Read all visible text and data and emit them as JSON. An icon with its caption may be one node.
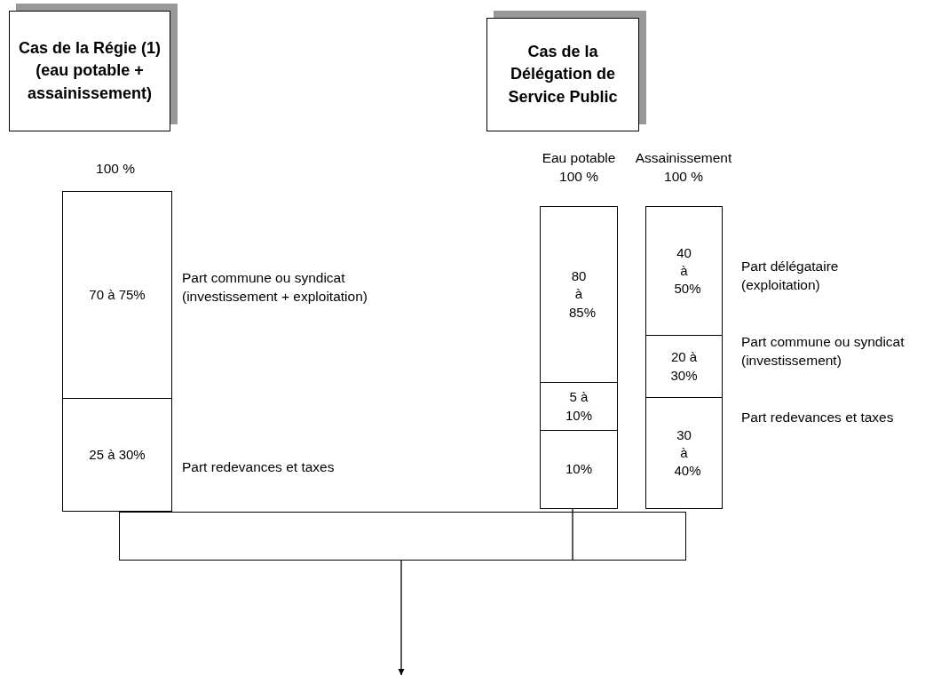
{
  "diagram": {
    "nodes": [
      {
        "text": [
          "Cas de la Régie (1) (eau potable + assainissement)"
        ]
      },
      {
        "text": [
          "Cas de la Délégation de Service Public"
        ]
      },
      {
        "text": [
          "70 à 75%"
        ]
      },
      {
        "text": [
          "25 à 30%"
        ]
      },
      {
        "text": [
          "80 à 85%"
        ]
      },
      {
        "text": [
          "5 à 10%"
        ]
      },
      {
        "text": [
          "10%"
        ]
      },
      {
        "text": [
          "40 à 50%"
        ]
      },
      {
        "text": [
          "20 à 30%"
        ]
      },
      {
        "text": [
          "30 à 40%"
        ]
      },
      {
        "text": [],
        "shape": "box"
      }
    ],
    "edges": [
      {
        "from": 6,
        "to": 10,
        "arrow": "none"
      },
      {
        "from": 10,
        "to": null,
        "arrow": "to"
      }
    ],
    "labels": [
      "100 %",
      "Eau potable 100 %",
      "Assainissement 100 %",
      "Part commune ou syndicat (investissement + exploitation)",
      "Part délégataire (exploitation)",
      "Part commune ou syndicat (investissement)",
      "Part redevances et taxes",
      "Part redevances et taxes"
    ]
  }
}
